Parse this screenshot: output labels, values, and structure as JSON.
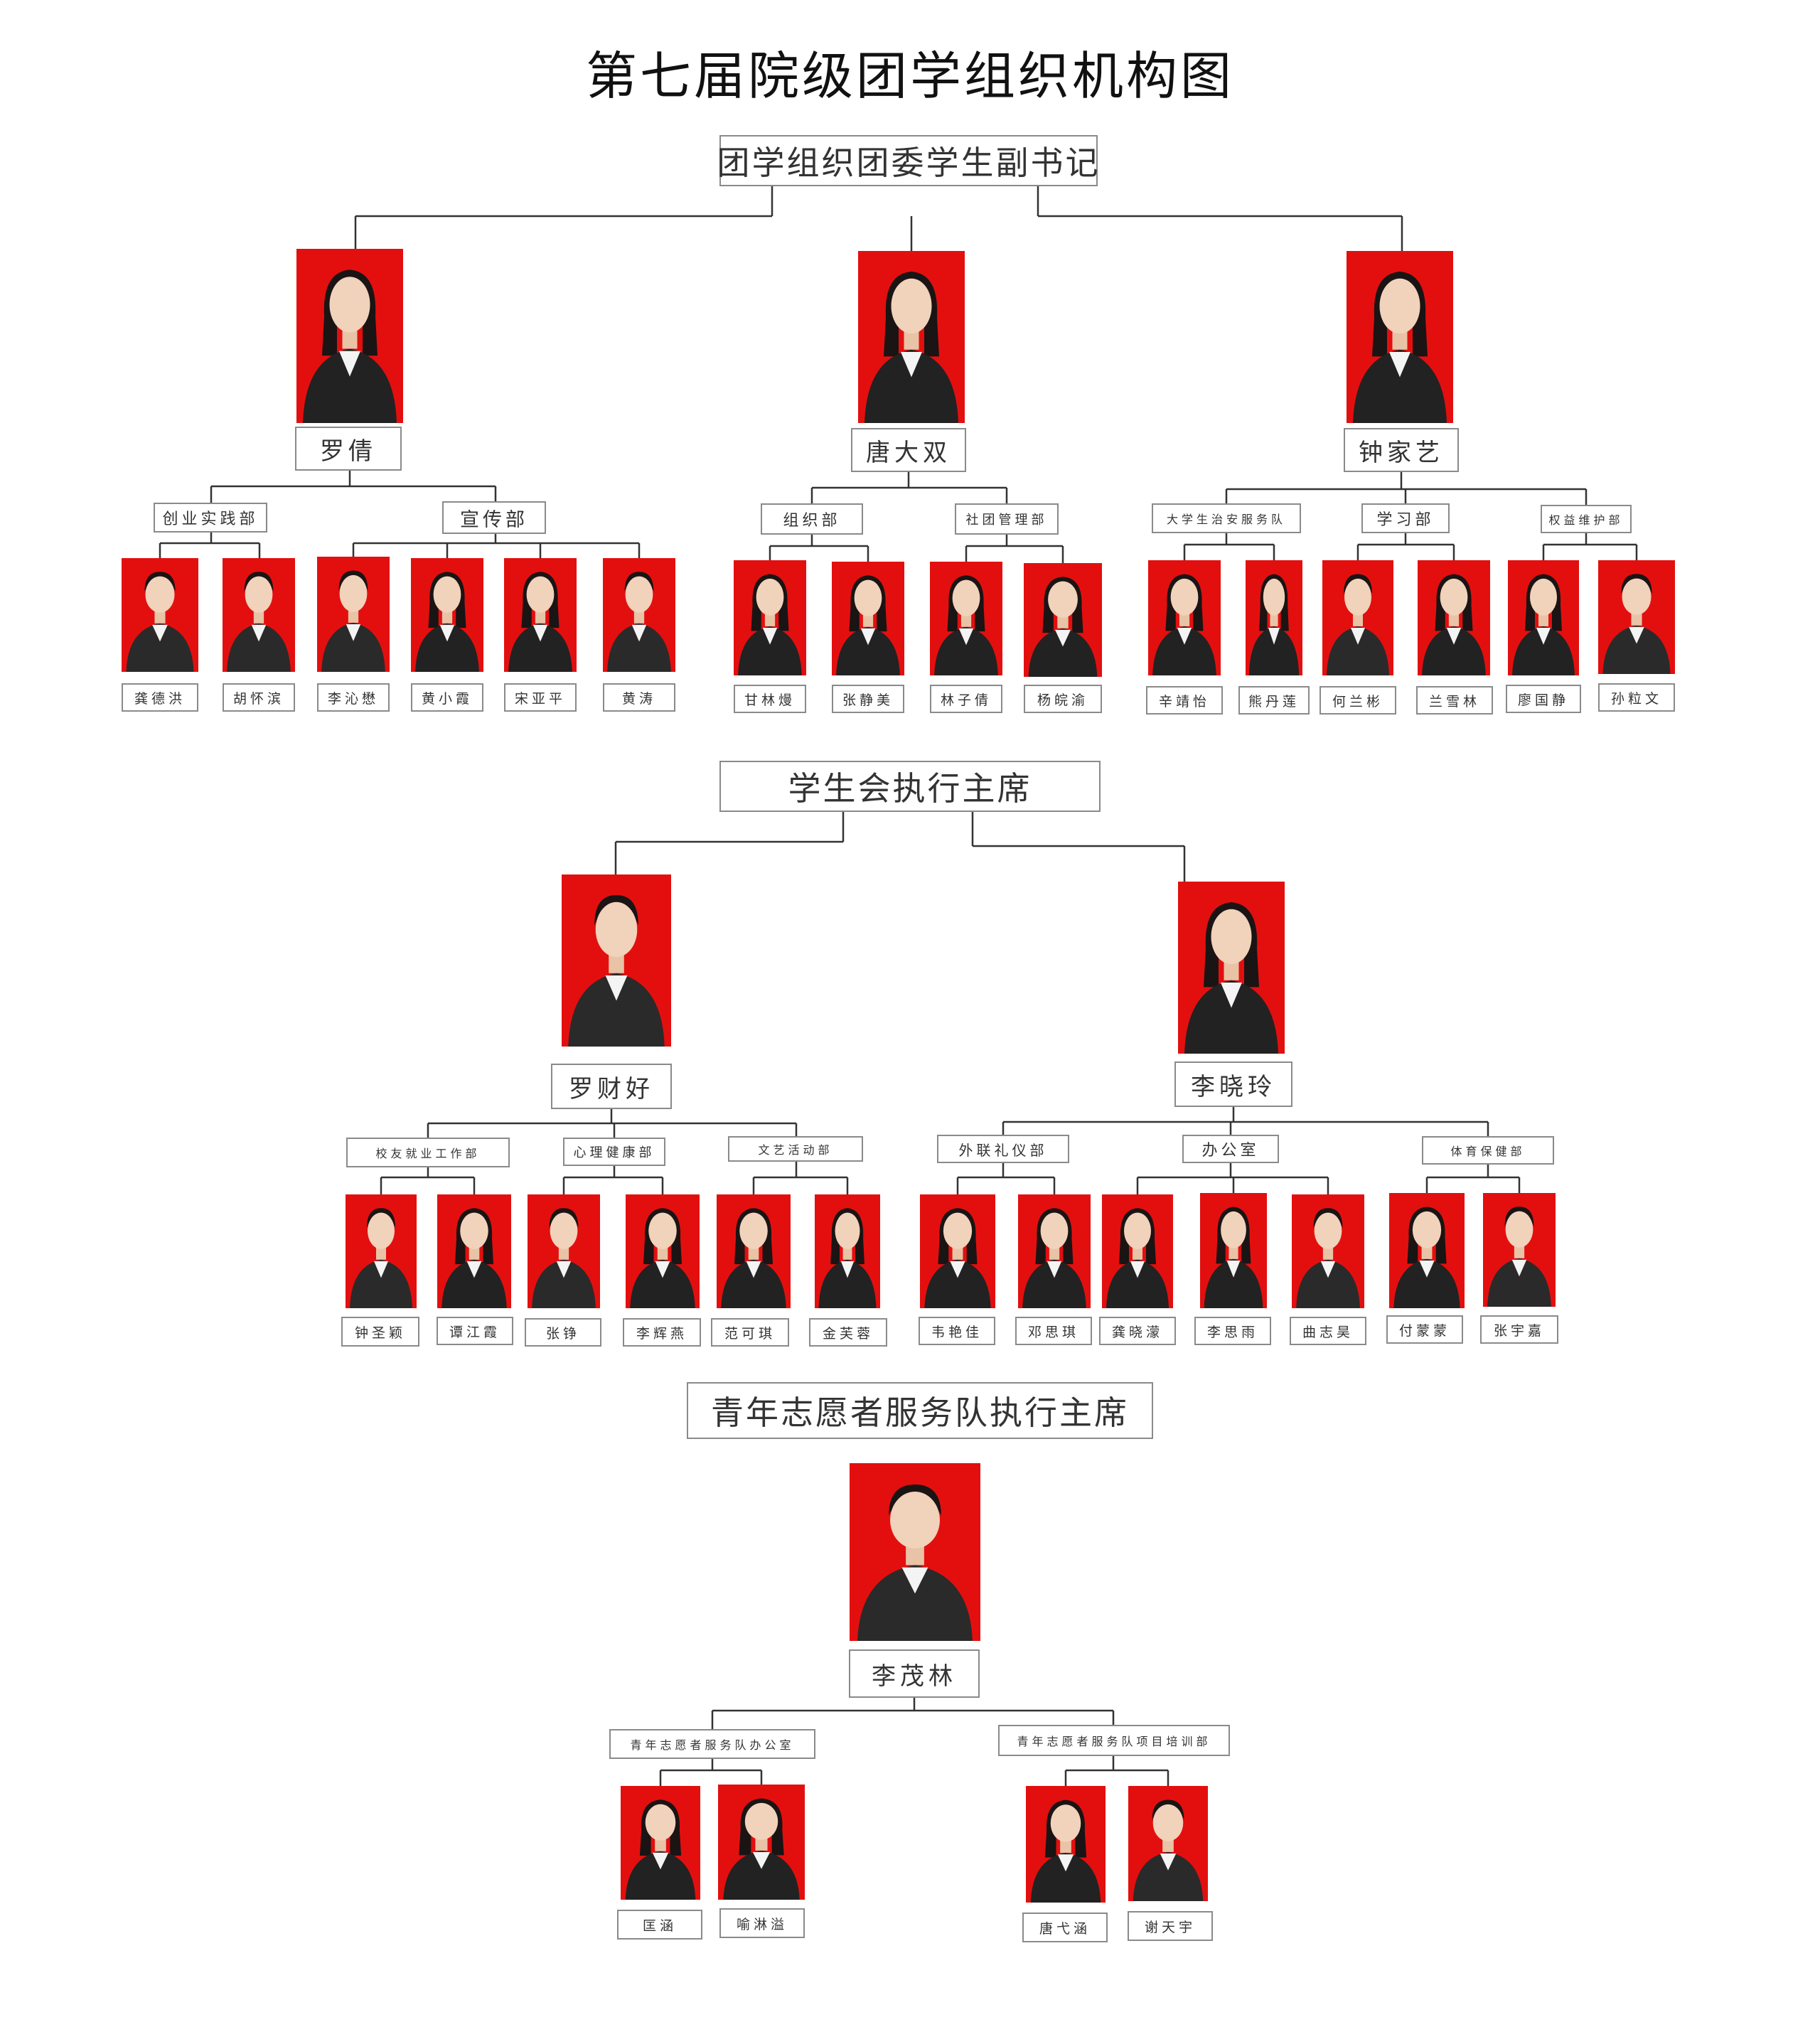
{
  "title": "第七届院级团学组织机构图",
  "colors": {
    "photo_bg": "#e30f0f",
    "line": "#333333",
    "border": "#8a8a8a"
  },
  "sections": [
    {
      "title": "团学组织团委学生副书记",
      "leaders": [
        {
          "name": "罗倩",
          "departments": [
            {
              "name": "创业实践部",
              "members": [
                "龚德洪",
                "胡怀滨"
              ]
            },
            {
              "name": "宣传部",
              "members": [
                "李沁懋",
                "黄小霞",
                "宋亚平",
                "黄涛"
              ]
            }
          ]
        },
        {
          "name": "唐大双",
          "departments": [
            {
              "name": "组织部",
              "members": [
                "甘林熳",
                "张静美"
              ]
            },
            {
              "name": "社团管理部",
              "members": [
                "林子倩",
                "杨皖渝"
              ]
            }
          ]
        },
        {
          "name": "钟家艺",
          "departments": [
            {
              "name": "大学生治安服务队",
              "members": [
                "辛靖怡",
                "熊丹莲"
              ]
            },
            {
              "name": "学习部",
              "members": [
                "何兰彬",
                "兰雪林"
              ]
            },
            {
              "name": "权益维护部",
              "members": [
                "廖国静",
                "孙粒文"
              ]
            }
          ]
        }
      ]
    },
    {
      "title": "学生会执行主席",
      "leaders": [
        {
          "name": "罗财好",
          "departments": [
            {
              "name": "校友就业工作部",
              "members": [
                "钟圣颖",
                "谭江霞"
              ]
            },
            {
              "name": "心理健康部",
              "members": [
                "张铮",
                "李辉燕"
              ]
            },
            {
              "name": "文艺活动部",
              "members": [
                "范可琪",
                "金芙蓉"
              ]
            }
          ]
        },
        {
          "name": "李晓玲",
          "departments": [
            {
              "name": "外联礼仪部",
              "members": [
                "韦艳佳",
                "邓思琪"
              ]
            },
            {
              "name": "办公室",
              "members": [
                "龚晓濛",
                "李思雨",
                "曲志昊"
              ]
            },
            {
              "name": "体育保健部",
              "members": [
                "付蒙蒙",
                "张宇嘉"
              ]
            }
          ]
        }
      ]
    },
    {
      "title": "青年志愿者服务队执行主席",
      "leaders": [
        {
          "name": "李茂林",
          "departments": [
            {
              "name": "青年志愿者服务队办公室",
              "members": [
                "匡涵",
                "喻淋溢"
              ]
            },
            {
              "name": "青年志愿者服务队项目培训部",
              "members": [
                "唐弋涵",
                "谢天宇"
              ]
            }
          ]
        }
      ]
    }
  ]
}
